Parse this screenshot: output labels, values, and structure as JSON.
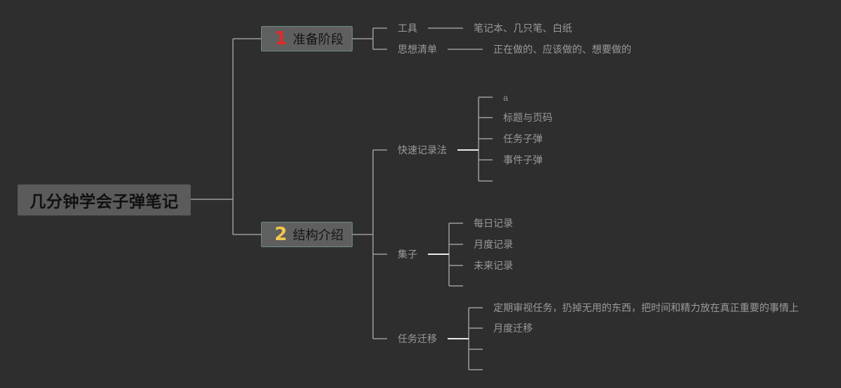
{
  "root": {
    "label": "几分钟学会子弹笔记"
  },
  "branches": [
    {
      "number": "1",
      "label": "准备阶段",
      "children": [
        {
          "label": "工具",
          "note": "笔记本、几只笔、白纸"
        },
        {
          "label": "思想清单",
          "note": "正在做的、应该做的、想要做的"
        }
      ]
    },
    {
      "number": "2",
      "label": "结构介绍",
      "children": [
        {
          "label": "快速记录法",
          "items": [
            "a",
            "标题与页码",
            "任务子弹",
            "事件子弹",
            ""
          ]
        },
        {
          "label": "集子",
          "items": [
            "每日记录",
            "月度记录",
            "未来记录",
            ""
          ]
        },
        {
          "label": "任务迁移",
          "items": [
            "定期审视任务，扔掉无用的东西，把时间和精力放在真正重要的事情上",
            "月度迁移",
            "",
            ""
          ]
        }
      ]
    }
  ],
  "colors": {
    "background": "#2e2e2e",
    "line": "#9c9c9c",
    "line_bright": "#e8e8e8",
    "badge_1": "#e02a2a",
    "badge_2": "#f2c84b"
  }
}
